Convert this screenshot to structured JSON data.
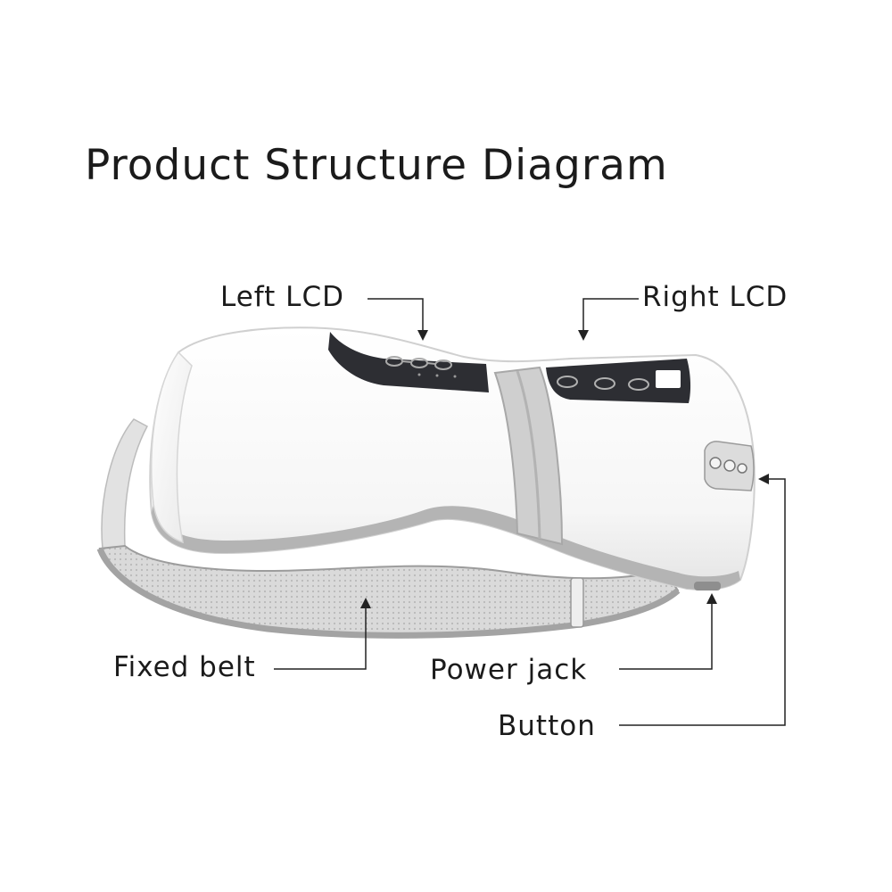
{
  "diagram": {
    "title": "Product Structure Diagram",
    "labels": {
      "left_lcd": "Left LCD",
      "right_lcd": "Right LCD",
      "fixed_belt": "Fixed belt",
      "power_jack": "Power jack",
      "button": "Button"
    },
    "colors": {
      "body": "#f7f7f7",
      "trim": "#a6a6a6",
      "band": "#c9c9c9",
      "mesh": "#d8d8d8",
      "panel": "#2c2d31",
      "text": "#1b1b1b",
      "leader": "#222222"
    }
  }
}
